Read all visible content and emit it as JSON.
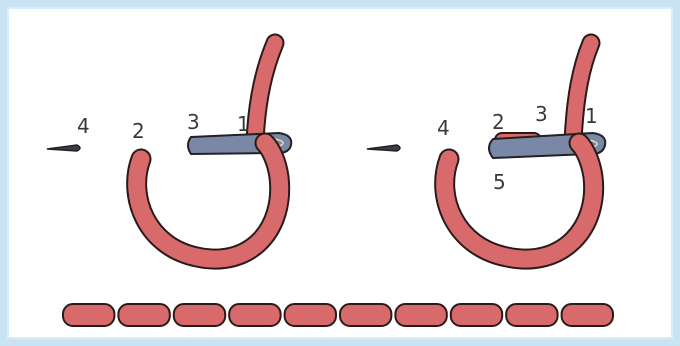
{
  "diagram": {
    "colors": {
      "frame": "#c8e3f4",
      "thread_fill": "#d86a6c",
      "thread_stroke": "#2a1a1a",
      "needle_fill": "#7a88a8",
      "needle_stroke": "#222222",
      "label_color": "#3a3a3a"
    },
    "left_figure": {
      "labels": [
        "4",
        "2",
        "3",
        "1"
      ]
    },
    "right_figure": {
      "labels": [
        "4",
        "2",
        "3",
        "1",
        "5"
      ]
    },
    "stitch_row": {
      "stitch_count": 10
    },
    "icons": [
      "needle-icon",
      "needle-tip-icon",
      "thread-loop",
      "running-stitch-row"
    ]
  }
}
